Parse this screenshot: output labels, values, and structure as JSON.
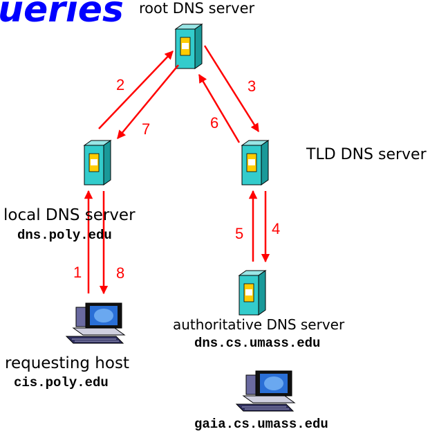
{
  "title_fragment": "ueries",
  "nodes": {
    "root": {
      "label": "root DNS server"
    },
    "tld": {
      "label": "TLD DNS server"
    },
    "local": {
      "label": "local DNS server",
      "host": "dns.poly.edu"
    },
    "host": {
      "label": "requesting host",
      "host": "cis.poly.edu"
    },
    "auth": {
      "label": "authoritative DNS server",
      "host": "dns.cs.umass.edu"
    },
    "target": {
      "host": "gaia.cs.umass.edu"
    }
  },
  "steps": [
    "1",
    "2",
    "3",
    "4",
    "5",
    "6",
    "7",
    "8"
  ],
  "colors": {
    "arrow": "#ff0000",
    "server_body": "#33cccc",
    "server_panel": "#ffcc00",
    "title": "#0000ff"
  },
  "icons": {
    "server": "server-tower-icon",
    "computer": "desktop-computer-icon"
  }
}
